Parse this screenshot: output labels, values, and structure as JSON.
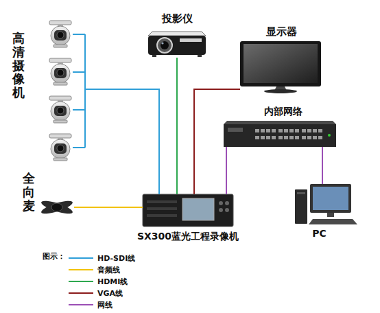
{
  "diagram": {
    "nodes": [
      {
        "text": [
          "高清摄像机"
        ]
      },
      {
        "text": [
          "投影仪"
        ]
      },
      {
        "text": [
          "显示器"
        ]
      },
      {
        "text": [
          "内部网络"
        ]
      },
      {
        "text": [
          "全向麦"
        ]
      },
      {
        "text": [
          "SX300蓝光工程录像机"
        ]
      },
      {
        "text": [
          "PC"
        ]
      }
    ],
    "edges": [
      {
        "from": 0,
        "to": 5,
        "arrow": "none"
      },
      {
        "from": 4,
        "to": 5,
        "arrow": "none"
      },
      {
        "from": 5,
        "to": 1,
        "arrow": "none"
      },
      {
        "from": 5,
        "to": 2,
        "arrow": "none"
      },
      {
        "from": 5,
        "to": 3,
        "arrow": "none"
      },
      {
        "from": 3,
        "to": 6,
        "arrow": "none"
      }
    ],
    "labels": [
      "图示："
    ],
    "legend": [
      {
        "text": "HD-SDI线",
        "color": "#2f9fd8"
      },
      {
        "text": "音频线",
        "color": "#f2c200"
      },
      {
        "text": "HDMI线",
        "color": "#2ea84f"
      },
      {
        "text": "VGA线",
        "color": "#8b1c1c"
      },
      {
        "text": "网线",
        "color": "#9b4fb5"
      }
    ]
  }
}
